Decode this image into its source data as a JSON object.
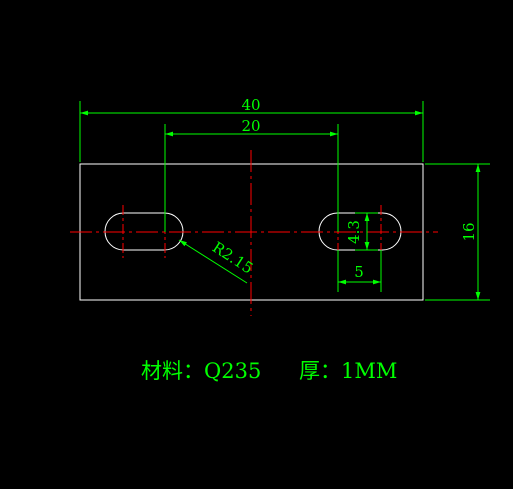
{
  "drawing": {
    "background_color": "#000000",
    "outline_color": "#ffffff",
    "dimension_color": "#00ff00",
    "centerline_color": "#ff0000",
    "dimensions": {
      "overall_width": "40",
      "slot_spacing": "20",
      "height": "16",
      "slot_width": "4.3",
      "slot_length": "5",
      "slot_radius": "R2.15"
    },
    "note": {
      "material_label": "材料：Q235",
      "thickness_label": "厚：1MM"
    }
  }
}
